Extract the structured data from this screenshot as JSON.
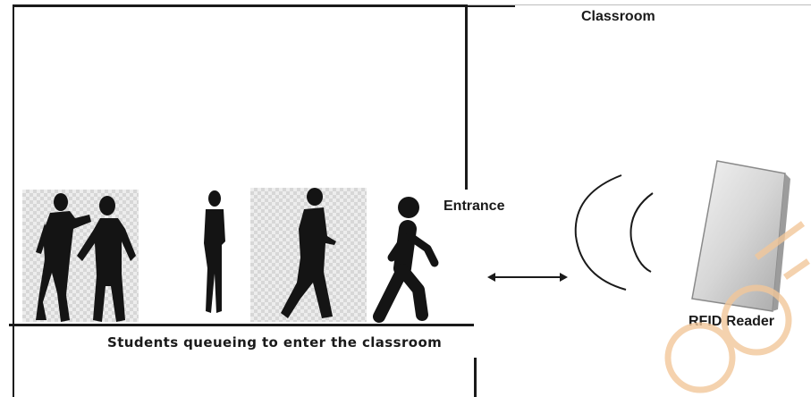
{
  "labels": {
    "classroom": "Classroom",
    "entrance": "Entrance",
    "rfid_reader": "RFID Reader",
    "queue_caption": "Students queueing to enter the classroom"
  },
  "icons": {
    "students": [
      "students-talking-icon",
      "standing-student-icon",
      "walking-student-icon",
      "walking-person-icon"
    ],
    "signal": "signal-waves-icon",
    "arrow": "bidirectional-arrow-icon",
    "reader": "rfid-reader-device-icon"
  },
  "colors": {
    "ink": "#1a1a1a",
    "reader_body": "#d9d9d9",
    "watermark": "#f2c79a"
  }
}
